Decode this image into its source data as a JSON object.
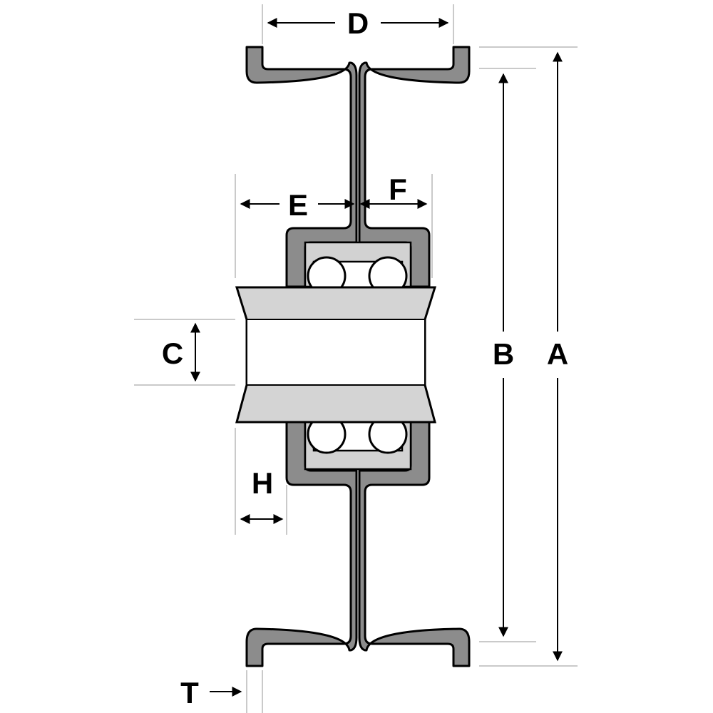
{
  "diagram": {
    "labels": {
      "A": "A",
      "B": "B",
      "C": "C",
      "D": "D",
      "E": "E",
      "F": "F",
      "H": "H",
      "T": "T"
    },
    "colors": {
      "wall": "#8c8c8c",
      "sleeve": "#d4d4d4",
      "extension_line": "#b8b8b8",
      "outline": "#000000"
    }
  }
}
